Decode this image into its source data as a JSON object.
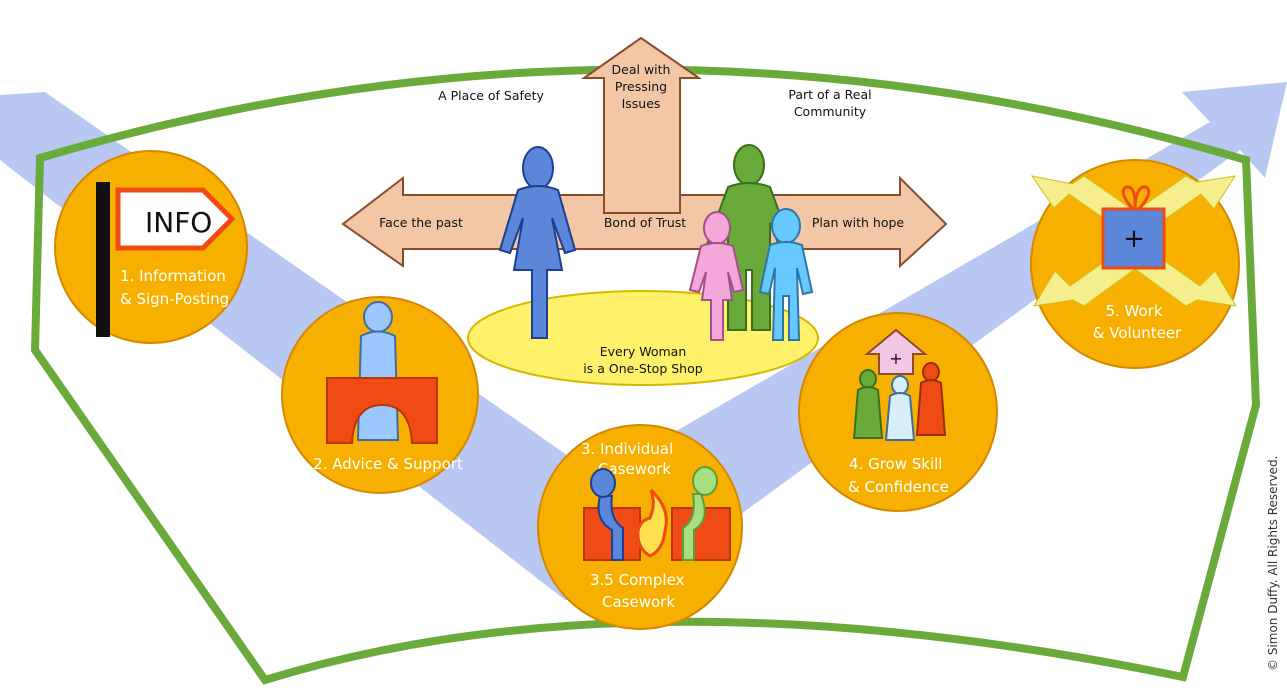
{
  "colors": {
    "frame": "#6aaa3a",
    "circle": "#f7b000",
    "path": "#b9c8f2",
    "arrow": "#f3c7a5",
    "arrowStroke": "#8a4d2c",
    "ellipse": "#fff26a",
    "blue": "#5b86d9",
    "green": "#6aaa3a",
    "pink": "#f4a7d9",
    "lightBlue": "#67c7ff",
    "red": "#f04a15"
  },
  "diagram": {
    "top_labels": {
      "place_of_safety": "A Place of Safety",
      "deal_line1": "Deal with",
      "deal_line2": "Pressing",
      "deal_line3": "Issues",
      "real_line1": "Part of a Real",
      "real_line2": "Community"
    },
    "arrow_labels": {
      "past": "Face the past",
      "trust": "Bond of Trust",
      "hope": "Plan with hope"
    },
    "ellipse": {
      "line1": "Every Woman",
      "line2": "is a One-Stop Shop"
    },
    "stages": {
      "s1": {
        "icon_text": "INFO",
        "line1": "1. Information",
        "line2": "& Sign-Posting"
      },
      "s2": {
        "line1": "2. Advice & Support"
      },
      "s3": {
        "line1": "3. Individual",
        "line2": "Casework",
        "line3": "3.5 Complex",
        "line4": "Casework"
      },
      "s4": {
        "line1": "4. Grow Skill",
        "line2": "& Confidence"
      },
      "s5": {
        "line1": "5. Work",
        "line2": "& Volunteer"
      }
    },
    "copyright": "© Simon Duffy. All Rights Reserved."
  }
}
